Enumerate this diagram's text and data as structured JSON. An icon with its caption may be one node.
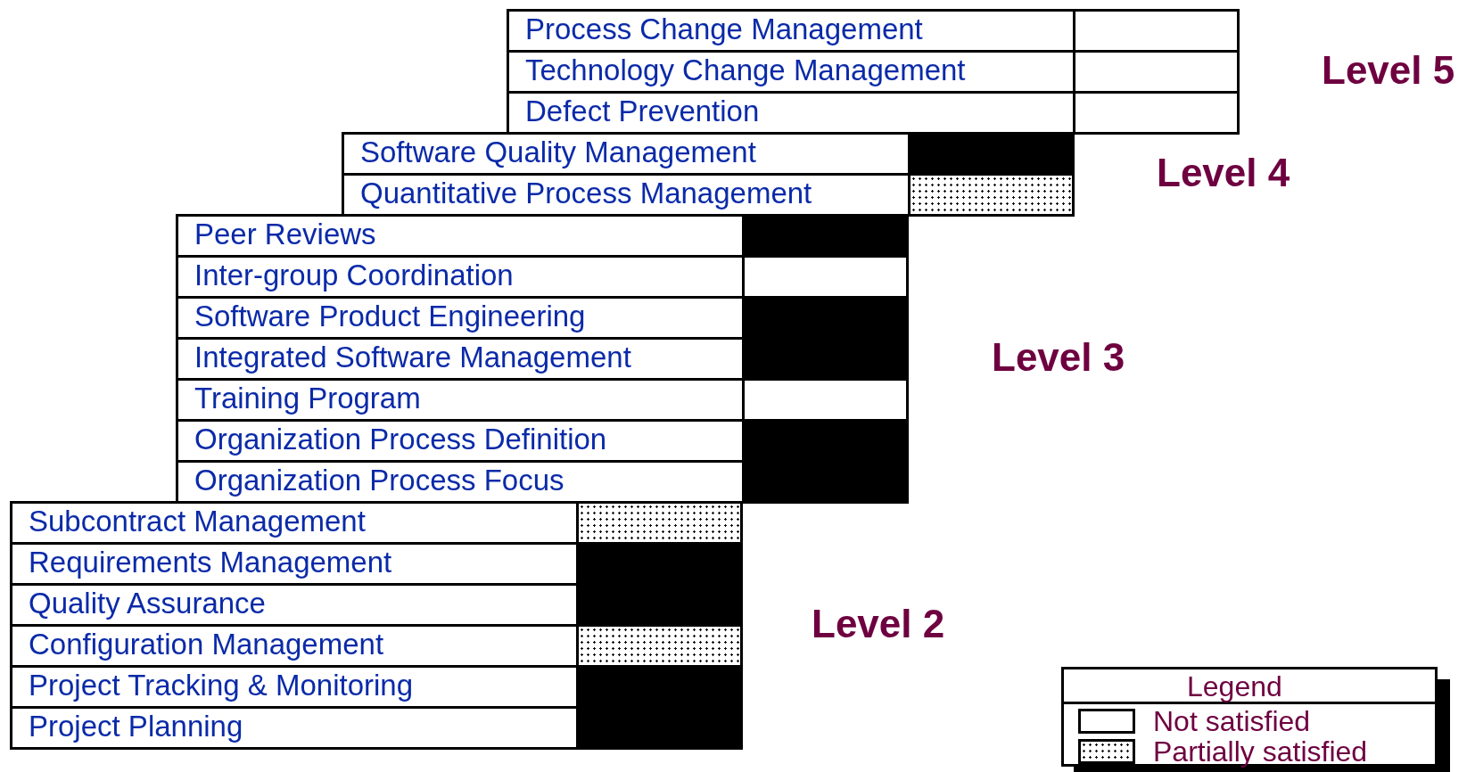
{
  "diagram": {
    "nodes": [
      {
        "text": [
          "Process Change Management"
        ]
      },
      {
        "text": [],
        "shape": "box"
      },
      {
        "text": [
          "Technology Change Management"
        ]
      },
      {
        "text": [],
        "shape": "box"
      },
      {
        "text": [
          "Defect Prevention"
        ]
      },
      {
        "text": [],
        "shape": "box"
      },
      {
        "text": [
          "Software Quality Management"
        ]
      },
      {
        "text": [],
        "shape": "filled"
      },
      {
        "text": [
          "Quantitative Process Management"
        ]
      },
      {
        "text": [],
        "shape": "dotted"
      },
      {
        "text": [
          "Peer Reviews"
        ]
      },
      {
        "text": [],
        "shape": "filled"
      },
      {
        "text": [
          "Inter-group Coordination"
        ]
      },
      {
        "text": [],
        "shape": "box"
      },
      {
        "text": [
          "Software Product Engineering"
        ]
      },
      {
        "text": [],
        "shape": "filled"
      },
      {
        "text": [
          "Integrated Software Management"
        ]
      },
      {
        "text": [],
        "shape": "filled"
      },
      {
        "text": [
          "Training Program"
        ]
      },
      {
        "text": [],
        "shape": "box"
      },
      {
        "text": [
          "Organization Process Definition"
        ]
      },
      {
        "text": [],
        "shape": "filled"
      },
      {
        "text": [
          "Organization Process Focus"
        ]
      },
      {
        "text": [],
        "shape": "filled"
      },
      {
        "text": [
          "Subcontract Management"
        ]
      },
      {
        "text": [],
        "shape": "dotted"
      },
      {
        "text": [
          "Requirements Management"
        ]
      },
      {
        "text": [],
        "shape": "filled"
      },
      {
        "text": [
          "Quality Assurance"
        ]
      },
      {
        "text": [],
        "shape": "filled"
      },
      {
        "text": [
          "Configuration Management"
        ]
      },
      {
        "text": [],
        "shape": "dotted"
      },
      {
        "text": [
          "Project Tracking & Monitoring"
        ]
      },
      {
        "text": [],
        "shape": "filled"
      },
      {
        "text": [
          "Project Planning"
        ]
      },
      {
        "text": [],
        "shape": "filled"
      }
    ],
    "edges": [],
    "labels": [
      "Level 5",
      "Level 4",
      "Level 3",
      "Legend",
      "Level 2"
    ],
    "legend": [
      {
        "text": "Not satisfied",
        "color": "#ffffff"
      },
      {
        "text": "Partially satisfied"
      }
    ]
  }
}
